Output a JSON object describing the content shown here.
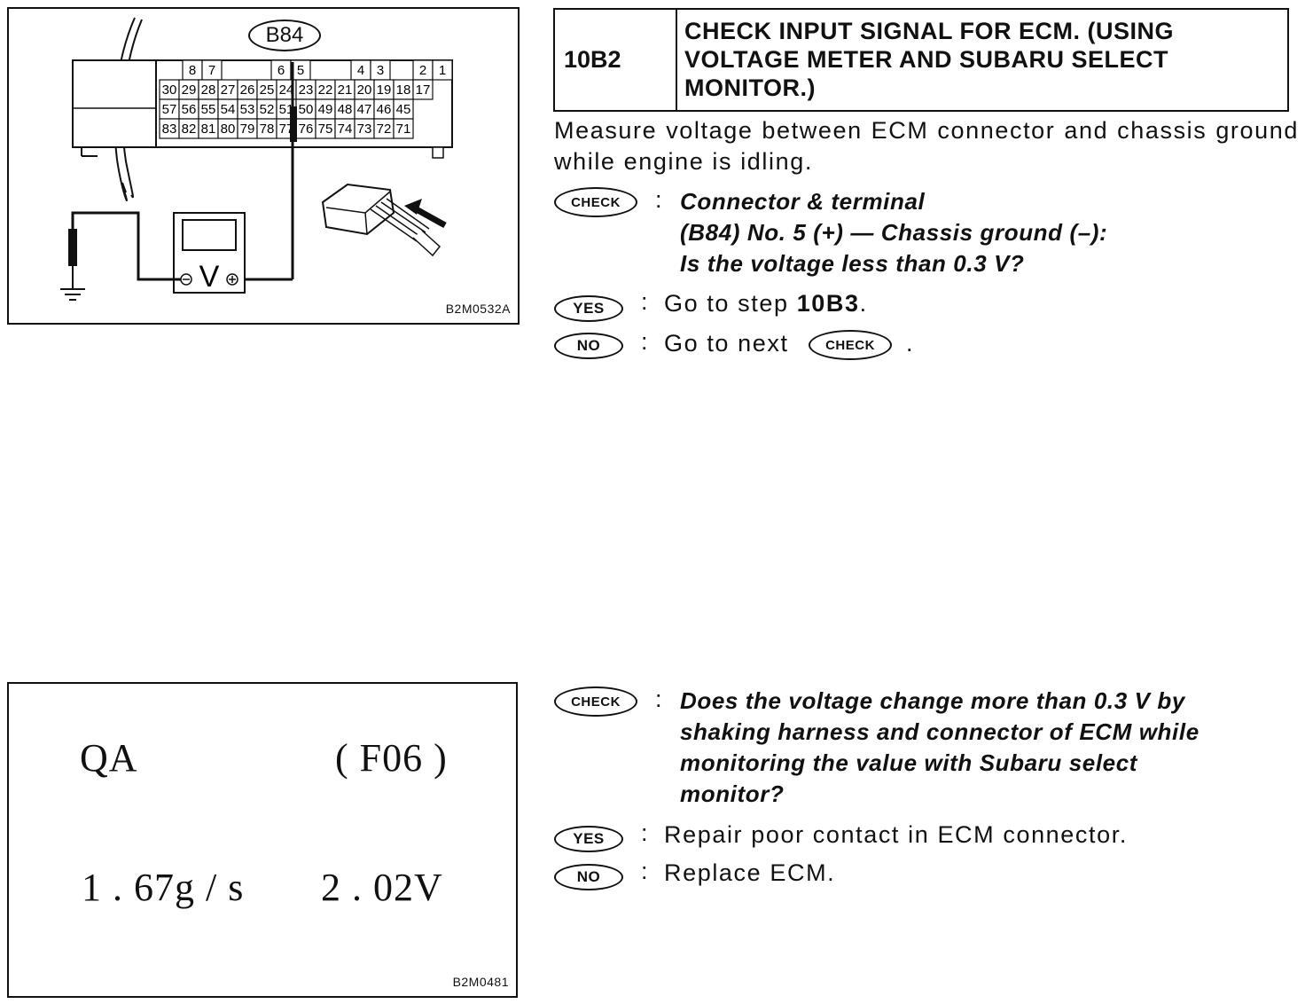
{
  "figure1": {
    "connector_label": "B84",
    "pins_row0": [
      "8",
      "7",
      "6",
      "5",
      "4",
      "3",
      "2",
      "1"
    ],
    "pins_row1": [
      "30",
      "29",
      "28",
      "27",
      "26",
      "25",
      "24",
      "23",
      "22",
      "21",
      "20",
      "19",
      "18",
      "17"
    ],
    "pins_row2": [
      "57",
      "56",
      "55",
      "54",
      "53",
      "52",
      "51",
      "50",
      "49",
      "48",
      "47",
      "46",
      "45"
    ],
    "pins_row3": [
      "83",
      "82",
      "81",
      "80",
      "79",
      "78",
      "77",
      "76",
      "75",
      "74",
      "73",
      "72",
      "71"
    ],
    "meter_symbol": "V",
    "code": "B2M0532A"
  },
  "step": {
    "id": "10B2",
    "title": "CHECK INPUT SIGNAL FOR ECM. (USING VOLTAGE METER AND SUBARU SELECT MONITOR.)"
  },
  "intro": "Measure voltage between ECM connector and chassis ground while engine is idling.",
  "check1": {
    "badge": "CHECK",
    "line1": "Connector & terminal",
    "line2": "(B84) No. 5 (+) — Chassis ground (–):",
    "line3": "Is the voltage less than 0.3 V?"
  },
  "yes1": {
    "badge": "YES",
    "prefix": "Go to step ",
    "step": "10B3",
    "suffix": "."
  },
  "no1": {
    "badge": "NO",
    "prefix": "Go to next",
    "badge2": "CHECK",
    "suffix": "."
  },
  "figure2": {
    "param": "QA",
    "code_field": "( F06 )",
    "value1": "1 . 67g / s",
    "value2": "2 . 02V",
    "code": "B2M0481"
  },
  "check2": {
    "badge": "CHECK",
    "lines": [
      "Does the voltage change more than 0.3 V by",
      "shaking harness and connector of ECM while",
      "monitoring the value with Subaru select",
      "monitor?"
    ]
  },
  "yes2": {
    "badge": "YES",
    "text": "Repair poor contact in ECM connector."
  },
  "no2": {
    "badge": "NO",
    "text": "Replace ECM."
  }
}
